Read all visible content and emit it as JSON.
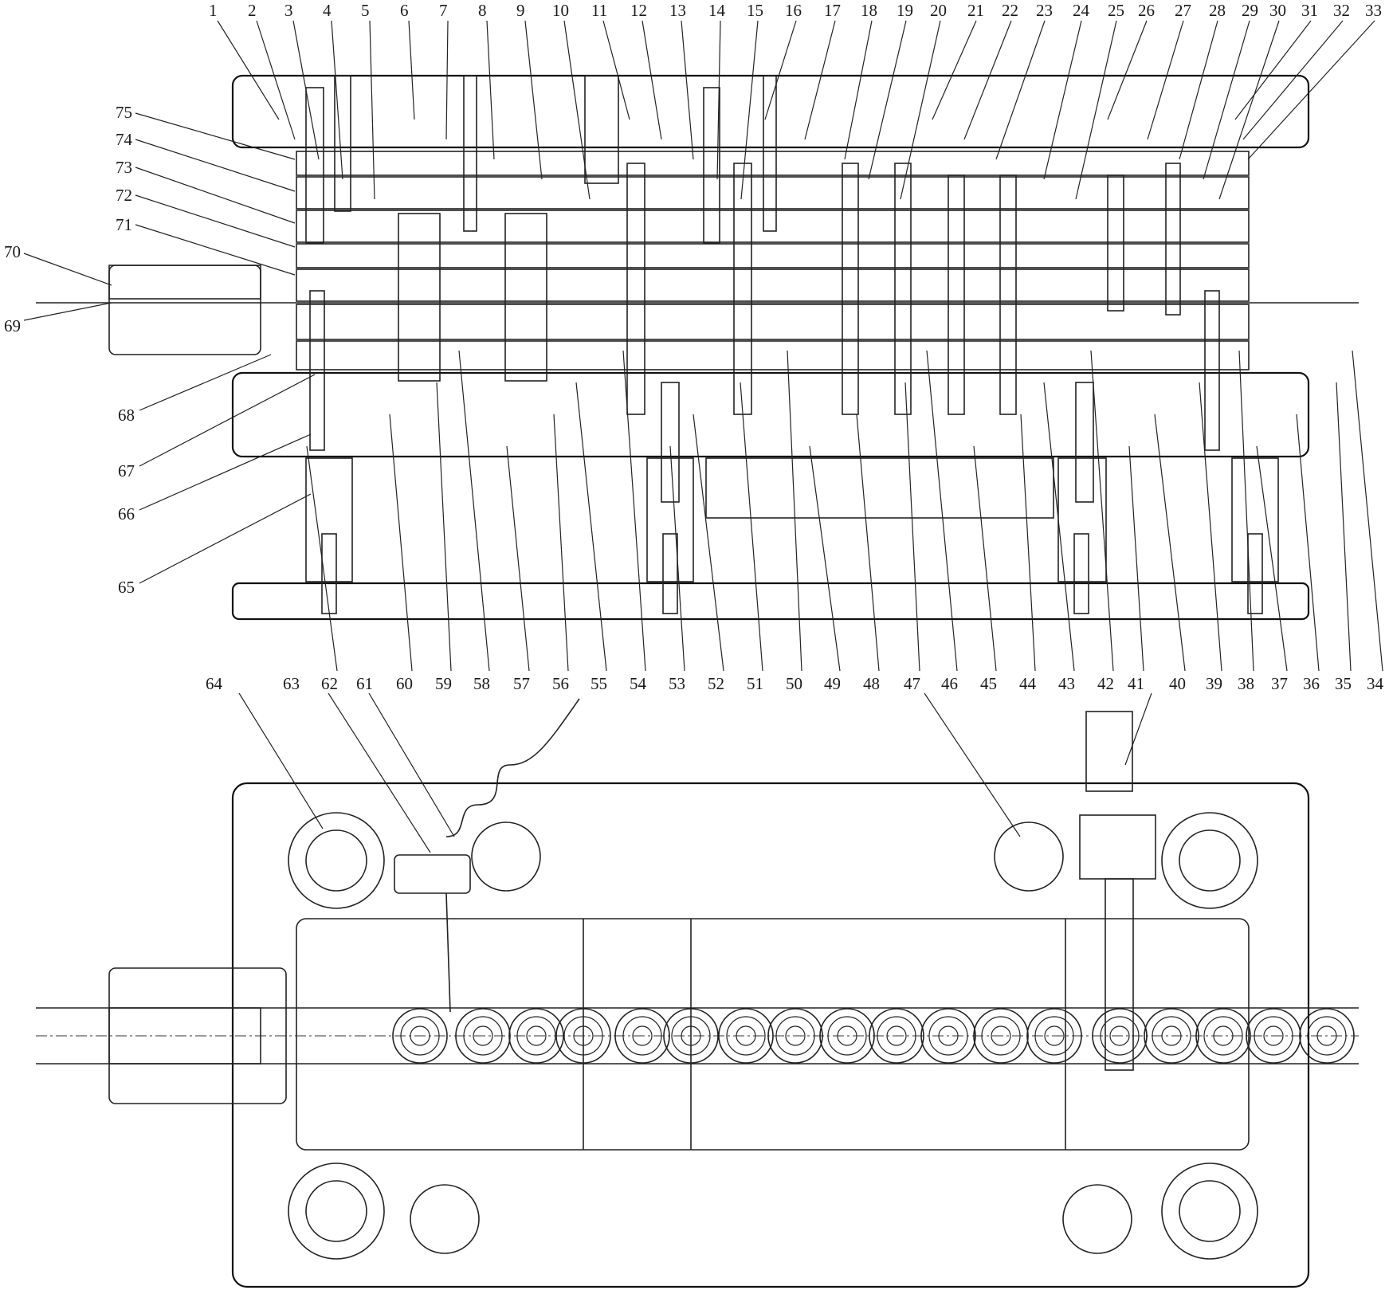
{
  "diagram": {
    "top_labels": [
      "1",
      "2",
      "3",
      "4",
      "5",
      "6",
      "7",
      "8",
      "9",
      "10",
      "11",
      "12",
      "13",
      "14",
      "15",
      "16",
      "17",
      "18",
      "19",
      "20",
      "21",
      "22",
      "23",
      "24",
      "25",
      "26",
      "27",
      "28",
      "29",
      "30",
      "31",
      "32",
      "33"
    ],
    "right_labels": [
      "34",
      "35",
      "36",
      "37",
      "38",
      "39",
      "40"
    ],
    "bottom_labels": [
      "41",
      "42",
      "43",
      "44",
      "45",
      "46",
      "48",
      "49",
      "50",
      "51",
      "52",
      "53",
      "54",
      "55",
      "56",
      "57",
      "58",
      "59",
      "60",
      "62"
    ],
    "lower_labels": [
      "64",
      "63",
      "61",
      "47",
      "40"
    ],
    "left_labels": [
      "75",
      "74",
      "73",
      "72",
      "71",
      "70",
      "69",
      "68",
      "67",
      "66",
      "65"
    ]
  }
}
